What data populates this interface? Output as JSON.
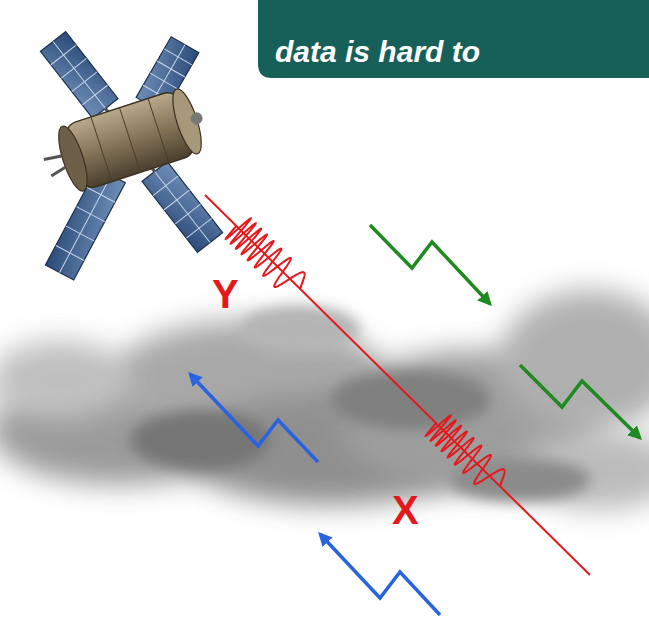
{
  "diagram": {
    "labels": [
      "data is hard to",
      "Y",
      "X"
    ]
  }
}
